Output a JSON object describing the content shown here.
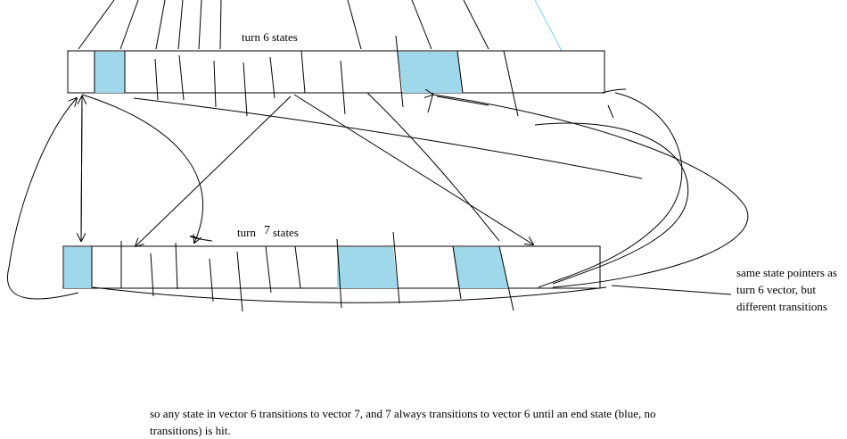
{
  "labels": {
    "turn6": "turn 6 states",
    "turn7_word": "turn",
    "turn7_num": "7",
    "turn7_suffix": "states",
    "side_note": "same state pointers as turn 6 vector, but different transitions",
    "bottom_note": "so any state in vector 6 transitions to vector 7, and 7 always transitions to vector 6 until an end state (blue, no transitions) is hit."
  },
  "colors": {
    "end_state_fill": "#9ed8ea",
    "stroke": "#000000",
    "accent_line": "#7fd3ee"
  }
}
